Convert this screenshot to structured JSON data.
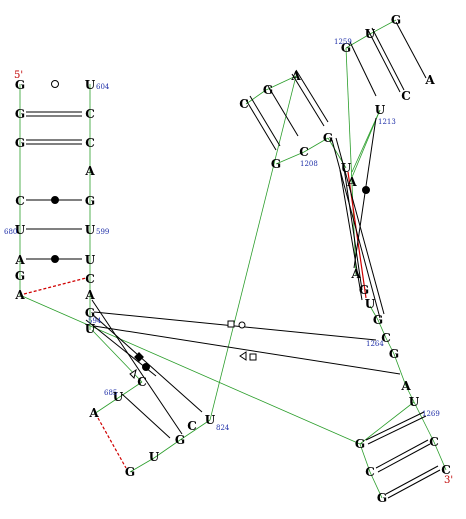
{
  "colors": {
    "base_text": "#000000",
    "numbering": "#1f2fa8",
    "end_label": "#c00000",
    "pair_line": "#000000",
    "backbone": "#2a9d2a",
    "pseudoknot": "#d00000"
  },
  "ends": {
    "five_prime": "5'",
    "three_prime": "3'"
  },
  "bases": [
    {
      "id": "b1",
      "letter": "G"
    },
    {
      "id": "b2",
      "letter": "G"
    },
    {
      "id": "b3",
      "letter": "G"
    },
    {
      "id": "b4",
      "letter": "C"
    },
    {
      "id": "b5",
      "letter": "U"
    },
    {
      "id": "b6",
      "letter": "A"
    },
    {
      "id": "b7",
      "letter": "G"
    },
    {
      "id": "b8",
      "letter": "A"
    },
    {
      "id": "b9",
      "letter": "U"
    },
    {
      "id": "b10",
      "letter": "C"
    },
    {
      "id": "b11",
      "letter": "C"
    },
    {
      "id": "b12",
      "letter": "A"
    },
    {
      "id": "b13",
      "letter": "G"
    },
    {
      "id": "b14",
      "letter": "U"
    },
    {
      "id": "b15",
      "letter": "U"
    },
    {
      "id": "b16",
      "letter": "C"
    },
    {
      "id": "b17",
      "letter": "A"
    },
    {
      "id": "b18",
      "letter": "G"
    },
    {
      "id": "b19",
      "letter": "U"
    },
    {
      "id": "b20",
      "letter": "U"
    },
    {
      "id": "b21",
      "letter": "C"
    },
    {
      "id": "b22",
      "letter": "A"
    },
    {
      "id": "b23",
      "letter": "G"
    },
    {
      "id": "b24",
      "letter": "U"
    },
    {
      "id": "b25",
      "letter": "G"
    },
    {
      "id": "b26",
      "letter": "C"
    },
    {
      "id": "b27",
      "letter": "U"
    },
    {
      "id": "b28",
      "letter": "C"
    },
    {
      "id": "b29",
      "letter": "G"
    },
    {
      "id": "b30",
      "letter": "A"
    },
    {
      "id": "b31",
      "letter": "G"
    },
    {
      "id": "b32",
      "letter": "C"
    },
    {
      "id": "b33",
      "letter": "G"
    },
    {
      "id": "b34",
      "letter": "U"
    },
    {
      "id": "b35",
      "letter": "A"
    },
    {
      "id": "b36",
      "letter": "G"
    },
    {
      "id": "b37",
      "letter": "U"
    },
    {
      "id": "b38",
      "letter": "G"
    },
    {
      "id": "b39",
      "letter": "C"
    },
    {
      "id": "b40",
      "letter": "G"
    },
    {
      "id": "b41",
      "letter": "A"
    },
    {
      "id": "b42",
      "letter": "U"
    },
    {
      "id": "b43",
      "letter": "C"
    },
    {
      "id": "b44",
      "letter": "G"
    },
    {
      "id": "b45",
      "letter": "C"
    },
    {
      "id": "b46",
      "letter": "G"
    },
    {
      "id": "b47",
      "letter": "C"
    },
    {
      "id": "b48",
      "letter": "A"
    },
    {
      "id": "b49",
      "letter": "C"
    },
    {
      "id": "b50",
      "letter": "U"
    },
    {
      "id": "b51",
      "letter": "G"
    }
  ],
  "numbers": [
    {
      "id": "n604",
      "text": "604"
    },
    {
      "id": "n599",
      "text": "599"
    },
    {
      "id": "n680",
      "text": "680"
    },
    {
      "id": "n594",
      "text": "594"
    },
    {
      "id": "n685",
      "text": "685"
    },
    {
      "id": "n824",
      "text": "824"
    },
    {
      "id": "n1208",
      "text": "1208"
    },
    {
      "id": "n1259",
      "text": "1259"
    },
    {
      "id": "n1213",
      "text": "1213"
    },
    {
      "id": "n1264",
      "text": "1264"
    },
    {
      "id": "n1269",
      "text": "1269"
    }
  ]
}
